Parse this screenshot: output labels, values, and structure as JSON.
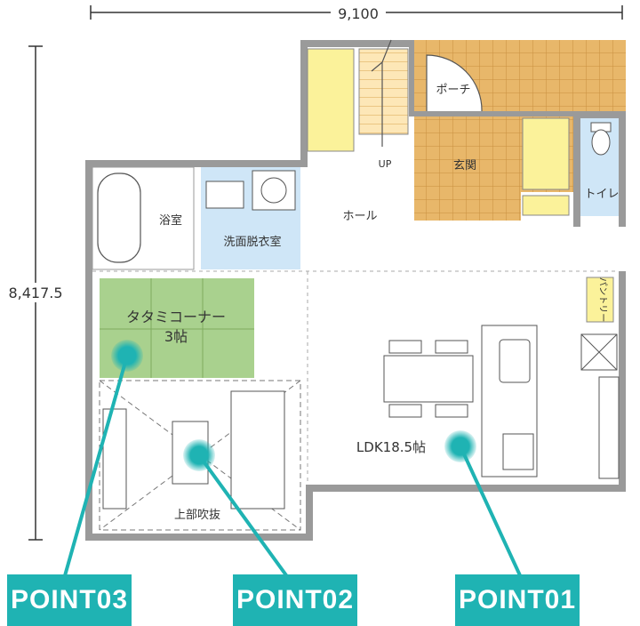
{
  "dimensions": {
    "width": "9,100",
    "depth": "8,417.5"
  },
  "rooms": {
    "porch": "ポーチ",
    "entrance": "玄関",
    "toilet": "トイレ",
    "hall": "ホール",
    "stairs_up": "UP",
    "bathroom": "浴室",
    "washroom": "洗面脱衣室",
    "pantry": "パントリー",
    "tatami_name": "タタミコーナー",
    "tatami_size": "3帖",
    "ldk": "LDK18.5帖",
    "void": "上部吹抜"
  },
  "points": [
    {
      "label": "POINT03"
    },
    {
      "label": "POINT02"
    },
    {
      "label": "POINT01"
    }
  ],
  "colors": {
    "accent": "#1fb3b3",
    "wall": "#9a9a9a",
    "tile": "#e8b76a",
    "tatami": "#a9d18e",
    "water": "#cfe6f7",
    "storage": "#fbf29a"
  }
}
